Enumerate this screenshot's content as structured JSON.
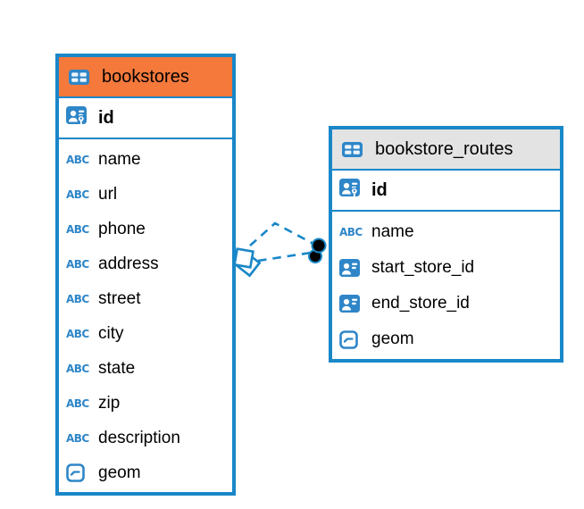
{
  "tables": [
    {
      "name": "bookstores",
      "header_color": "#F4793B",
      "primary_key": "id",
      "fields": [
        {
          "name": "name",
          "type": "text"
        },
        {
          "name": "url",
          "type": "text"
        },
        {
          "name": "phone",
          "type": "text"
        },
        {
          "name": "address",
          "type": "text"
        },
        {
          "name": "street",
          "type": "text"
        },
        {
          "name": "city",
          "type": "text"
        },
        {
          "name": "state",
          "type": "text"
        },
        {
          "name": "zip",
          "type": "text"
        },
        {
          "name": "description",
          "type": "text"
        },
        {
          "name": "geom",
          "type": "geometry"
        }
      ]
    },
    {
      "name": "bookstore_routes",
      "header_color": "#E3E3E3",
      "primary_key": "id",
      "fields": [
        {
          "name": "name",
          "type": "text"
        },
        {
          "name": "start_store_id",
          "type": "foreign-key"
        },
        {
          "name": "end_store_id",
          "type": "foreign-key"
        },
        {
          "name": "geom",
          "type": "geometry"
        }
      ]
    }
  ],
  "icons": {
    "text_type_label": "ABC"
  },
  "relationships": {
    "count": 2,
    "line_style": "dashed",
    "bookstores_end_marker": "diamond",
    "routes_end_marker": "filled-dot"
  },
  "colors": {
    "accent_blue": "#1987C8",
    "icon_blue": "#2E86C8",
    "bookstores_header": "#F4793B",
    "routes_header": "#E3E3E3",
    "endpoint_dot": "#000000"
  }
}
